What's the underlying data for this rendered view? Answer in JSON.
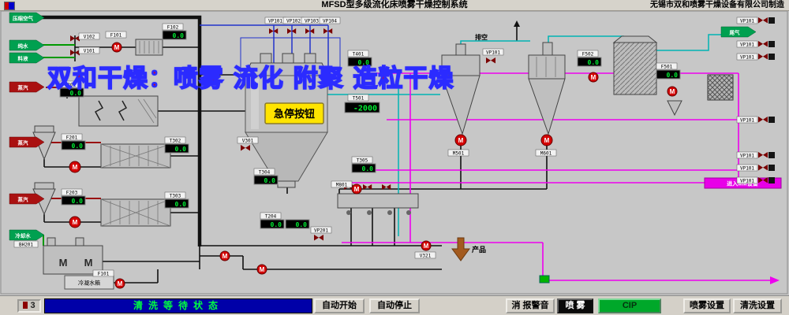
{
  "titlebar": {
    "title": "MFSD型多级流化床喷雾干燥控制系统",
    "manufacturer": "无锡市双和喷雾干燥设备有限公司制造"
  },
  "watermark": "双和干燥：喷雾 流化 附聚 造粒干燥",
  "diagram": {
    "emergency_stop": "急停按钮",
    "streams": {
      "compressed_air": "压缩空气",
      "pure_water": "纯水",
      "feed_liquid": "料液",
      "steam": "蒸汽",
      "cooling_water": "冷却水",
      "tail_gas": "尾气",
      "vent": "排空",
      "product": "产品"
    },
    "equipment": {
      "condensate_tank": "冷凝水箱",
      "cip_destination": "进入MM设备",
      "pump_label": "M"
    },
    "instruments": {
      "v101": {
        "tag": "V101"
      },
      "v102": {
        "tag": "V102"
      },
      "f101": {
        "tag": "F101"
      },
      "f101b": {
        "tag": "F101"
      },
      "f102": {
        "tag": "F102",
        "value": "0.0"
      },
      "vp101": {
        "tag": "VP101"
      },
      "vp102": {
        "tag": "VP102"
      },
      "vp103": {
        "tag": "VP103"
      },
      "vp104": {
        "tag": "VP104"
      },
      "t401": {
        "tag": "T401",
        "value": "0.0"
      },
      "t501": {
        "tag": "T501",
        "value": "-2000"
      },
      "t201": {
        "tag": "T201",
        "value": "0.0"
      },
      "f201": {
        "tag": "F201",
        "value": "0.0"
      },
      "f203": {
        "tag": "F203",
        "value": "0.0"
      },
      "t302": {
        "tag": "T302",
        "value": "0.0"
      },
      "t303": {
        "tag": "T303",
        "value": "0.0"
      },
      "v301": {
        "tag": "V301"
      },
      "t304": {
        "tag": "T304",
        "value": "0.0"
      },
      "t305": {
        "tag": "T305",
        "value": "0.0"
      },
      "t204": {
        "tag": "T204",
        "value": "0.0"
      },
      "t204b": {
        "value": "0.0"
      },
      "vp201": {
        "tag": "VP201"
      },
      "m801": {
        "tag": "M801"
      },
      "m501": {
        "tag": "M501"
      },
      "m601": {
        "tag": "M601"
      },
      "f501": {
        "tag": "F501",
        "value": "0.0"
      },
      "f502": {
        "tag": "F502",
        "value": "0.0"
      },
      "v321": {
        "tag": "V321"
      },
      "bh201": {
        "tag": "BH201"
      },
      "vp_right": {
        "tag": "VP101"
      }
    }
  },
  "statusbar": {
    "page": "3",
    "status": "清洗等待状态",
    "auto_start": "自动开始",
    "auto_stop": "自动停止",
    "mute_alarm": "消 报警音",
    "spray": "喷 雾",
    "cip": "CIP",
    "spray_settings": "喷雾设置",
    "clean_settings": "清洗设置"
  }
}
